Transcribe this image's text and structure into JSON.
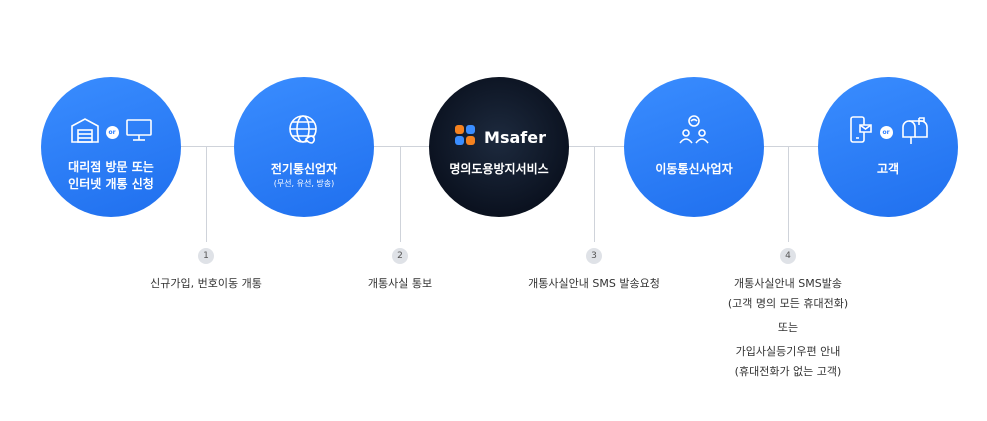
{
  "nodes": [
    {
      "label_line1": "대리점 방문 또는",
      "label_line2": "인터넷 개통 신청",
      "icon_a": "store-icon",
      "icon_b": "monitor-icon",
      "or_text": "or"
    },
    {
      "label": "전기통신업자",
      "sub": "(무선, 유선, 방송)",
      "icon": "globe-phone-icon"
    },
    {
      "brand": "Msafer",
      "label": "명의도용방지서비스",
      "icon": "msafer-logo-icon"
    },
    {
      "label": "이동통신사업자",
      "icon": "network-people-icon"
    },
    {
      "label": "고객",
      "icon_a": "mobile-message-icon",
      "icon_b": "mailbox-icon",
      "or_text": "or"
    }
  ],
  "steps": [
    {
      "num": "1",
      "text": "신규가입, 번호이동 개통"
    },
    {
      "num": "2",
      "text": "개통사실 통보"
    },
    {
      "num": "3",
      "text": "개통사실안내 SMS 발송요청"
    },
    {
      "num": "4",
      "line1": "개통사실안내 SMS발송",
      "line2": "(고객 명의 모든 휴대전화)",
      "line3": "또는",
      "line4": "가입사실등기우편 안내",
      "line5": "(휴대전화가 없는 고객)"
    }
  ],
  "colors": {
    "circle": "#2a7cff",
    "brand_orange": "#f5821f",
    "line": "#cfd3da"
  }
}
